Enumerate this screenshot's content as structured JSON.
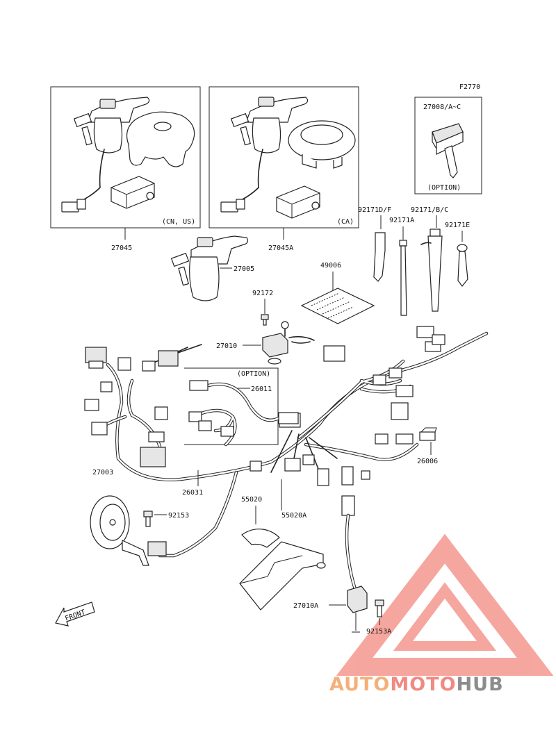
{
  "figure_code": "F2770",
  "boxes": {
    "left_note": "(CN, US)",
    "mid_note": "(CA)",
    "right_part": "27008/A~C",
    "right_note": "(OPTION)"
  },
  "labels": {
    "p27045": "27045",
    "p27045A": "27045A",
    "p27005": "27005",
    "p92172": "92172",
    "p49006": "49006",
    "p27010": "27010",
    "option": "(OPTION)",
    "p26011": "26011",
    "p92171DF": "92171D/F",
    "p92171A": "92171A",
    "p92171BC": "92171/B/C",
    "p92171E": "92171E",
    "p27003": "27003",
    "p26031": "26031",
    "p55020": "55020",
    "p55020A": "55020A",
    "p26006": "26006",
    "p92153": "92153",
    "p27010A": "27010A",
    "p92153A": "92153A"
  },
  "front_arrow": "FRONT",
  "watermark": {
    "part1": "AUTO",
    "part2": "MOTO",
    "part3": "HUB",
    "color1": "#f5b07a",
    "color2": "#f08a82",
    "color3": "#8c8c8c"
  }
}
